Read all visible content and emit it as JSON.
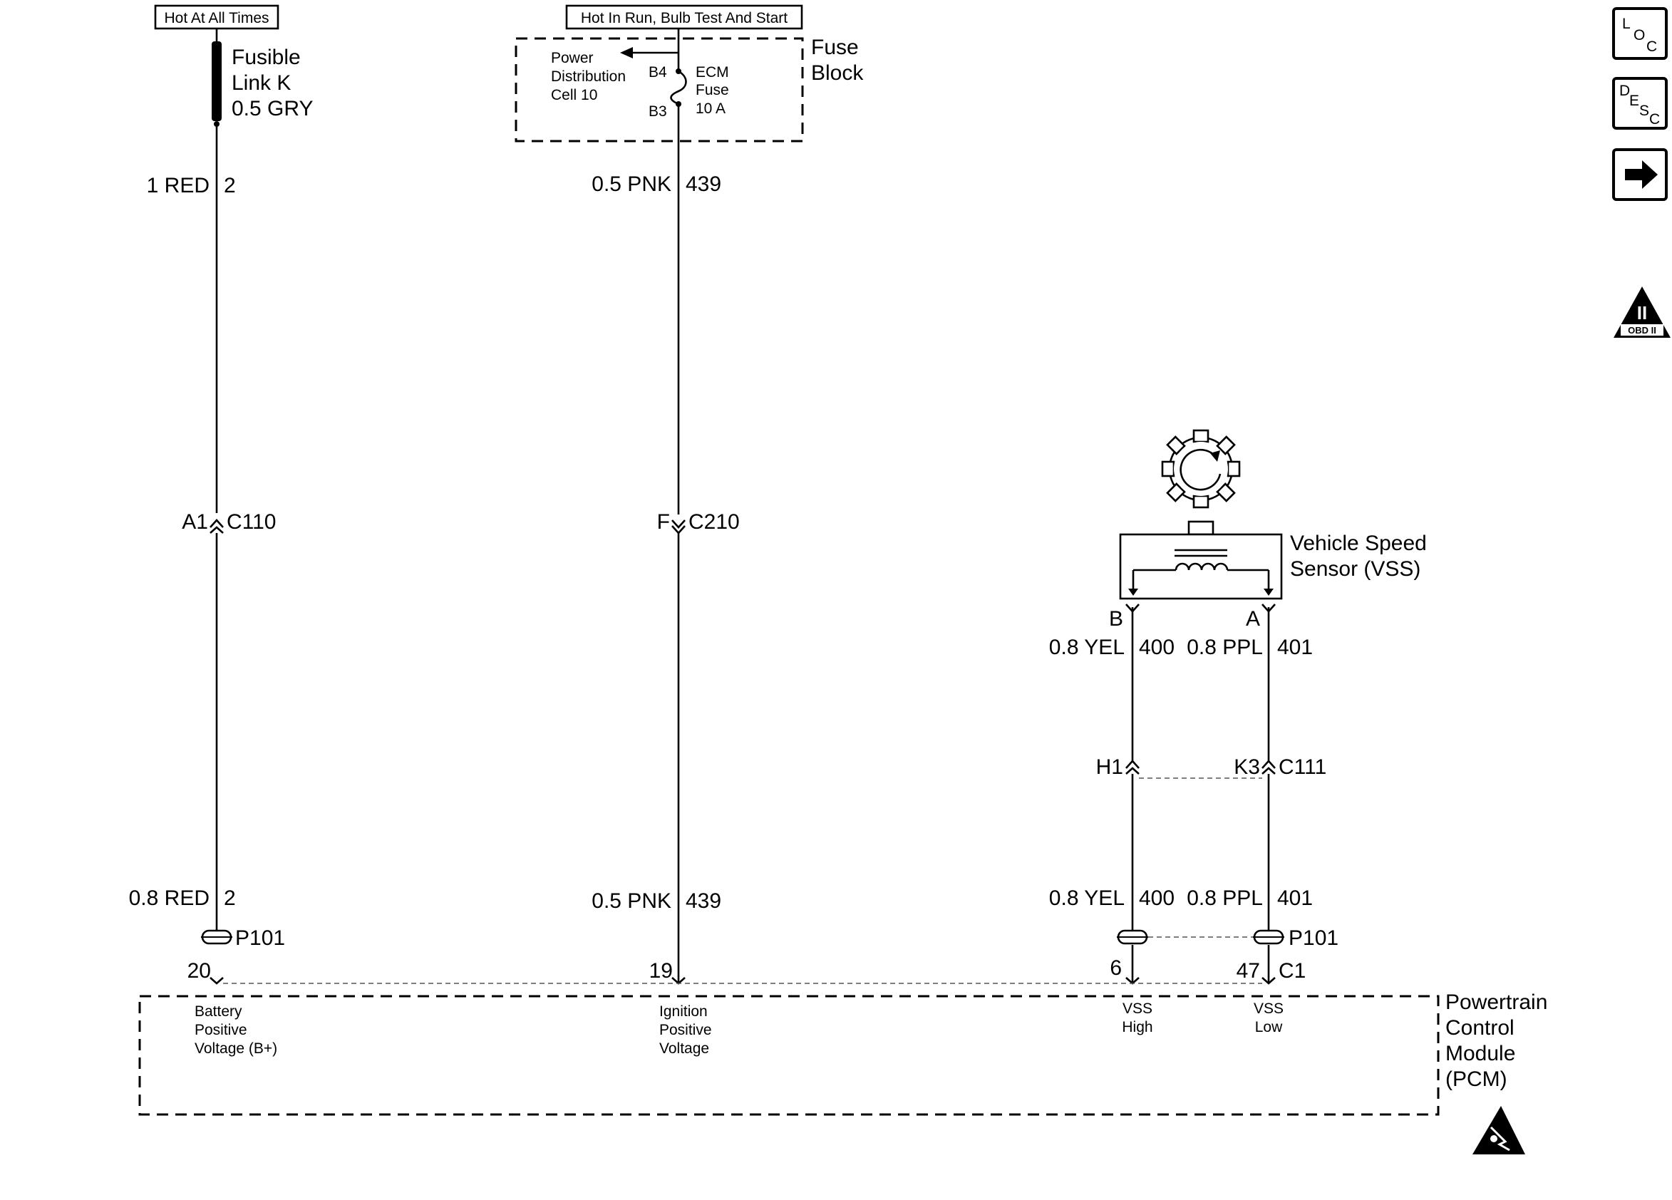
{
  "power": {
    "hot_all_times": "Hot At All Times",
    "hot_run_bulb_start": "Hot In Run, Bulb Test And Start"
  },
  "fusible_link": {
    "line1": "Fusible",
    "line2": "Link K",
    "line3": "0.5 GRY"
  },
  "fuse_block": {
    "title1": "Fuse",
    "title2": "Block",
    "power_dist1": "Power",
    "power_dist2": "Distribution",
    "power_dist3": "Cell 10",
    "pin_b4": "B4",
    "pin_b3": "B3",
    "fuse1": "ECM",
    "fuse2": "Fuse",
    "fuse3": "10 A"
  },
  "wires": {
    "w1_top_color": "1 RED",
    "w1_top_circuit": "2",
    "w2_top_color": "0.5 PNK",
    "w2_top_circuit": "439",
    "w1_bot_color": "0.8 RED",
    "w1_bot_circuit": "2",
    "w2_bot_color": "0.5 PNK",
    "w2_bot_circuit": "439",
    "w3_top_color": "0.8 YEL",
    "w3_top_circuit": "400",
    "w4_top_color": "0.8 PPL",
    "w4_top_circuit": "401",
    "w3_bot_color": "0.8 YEL",
    "w3_bot_circuit": "400",
    "w4_bot_color": "0.8 PPL",
    "w4_bot_circuit": "401"
  },
  "connectors": {
    "c110_pin": "A1",
    "c110": "C110",
    "c210_pin": "F",
    "c210": "C210",
    "c111_pin_h": "H1",
    "c111_pin_k": "K3",
    "c111": "C111",
    "p101_a": "P101",
    "p101_b": "P101",
    "pin_20": "20",
    "pin_19": "19",
    "pin_6": "6",
    "pin_47": "47",
    "c1": "C1",
    "vss_pin_b": "B",
    "vss_pin_a": "A"
  },
  "vss": {
    "line1": "Vehicle Speed",
    "line2": "Sensor (VSS)"
  },
  "pcm": {
    "title1": "Powertrain",
    "title2": "Control",
    "title3": "Module",
    "title4": "(PCM)",
    "bat1": "Battery",
    "bat2": "Positive",
    "bat3": "Voltage (B+)",
    "ign1": "Ignition",
    "ign2": "Positive",
    "ign3": "Voltage",
    "vssh1": "VSS",
    "vssh2": "High",
    "vssl1": "VSS",
    "vssl2": "Low"
  },
  "side_buttons": {
    "loc_l": "L",
    "loc_o": "O",
    "loc_c": "C",
    "desc_d": "D",
    "desc_e": "E",
    "desc_s": "S",
    "desc_c": "C",
    "obd_numeral": "II",
    "obd_label": "OBD II"
  }
}
